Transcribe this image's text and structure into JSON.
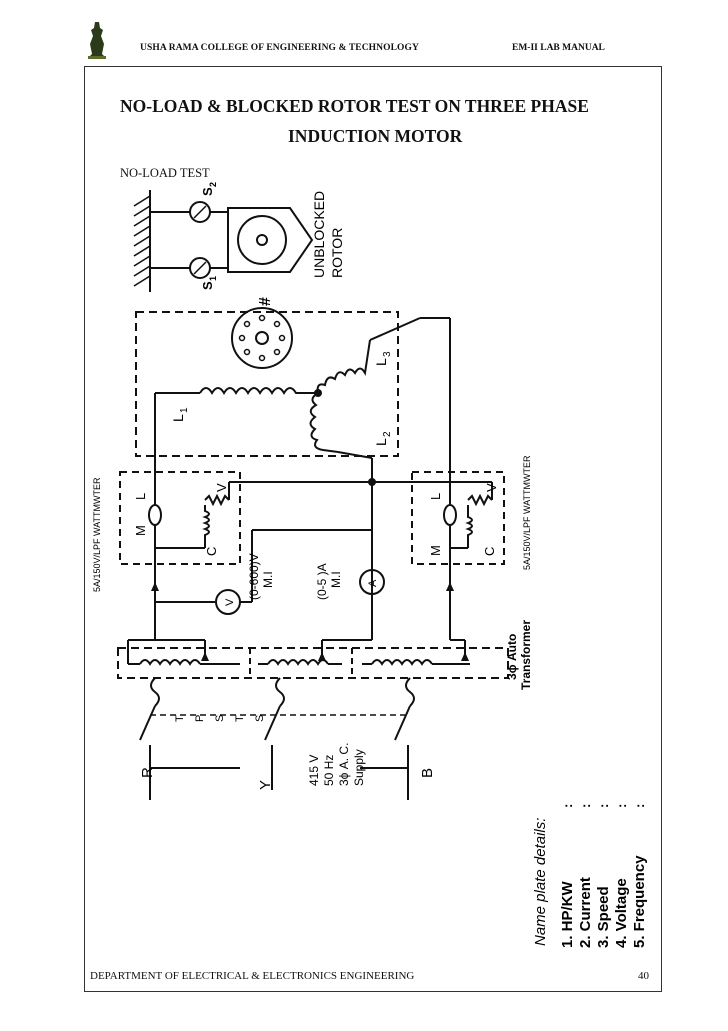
{
  "header": {
    "college": "USHA RAMA COLLEGE OF ENGINEERING & TECHNOLOGY",
    "manual": "EM-II LAB MANUAL"
  },
  "title": {
    "line1": "NO-LOAD & BLOCKED ROTOR TEST ON THREE PHASE",
    "line2": "INDUCTION MOTOR"
  },
  "section": "NO-LOAD TEST",
  "diagram": {
    "rotor_line1": "UNBLOCKED",
    "rotor_line2": "ROTOR",
    "s1": "S",
    "s1_sub": "1",
    "s2": "S",
    "s2_sub": "2",
    "hash": "#",
    "l1": "L",
    "l1_sub": "1",
    "l2": "L",
    "l2_sub": "2",
    "l3": "L",
    "l3_sub": "3",
    "wattmeter_left": "5A/150V/LPF WATTMWTER",
    "wattmeter_right": "5A/150V/LPF WATTMWTER",
    "m": "M",
    "l": "L",
    "c": "C",
    "v": "V",
    "voltmeter_symbol": "V",
    "voltmeter_range": "(0-600)V",
    "voltmeter_type": "M.I",
    "ammeter_symbol": "A",
    "ammeter_range": "(0-5 )A",
    "ammeter_type": "M.I",
    "autotransformer_line1": "3ϕ Auto",
    "autotransformer_line2": "Transformer",
    "tpst": [
      "T",
      "P",
      "S",
      "T",
      "S"
    ],
    "r": "R",
    "y": "Y",
    "b": "B",
    "supply": [
      "415 V",
      "50 Hz",
      "3ϕ A. C.",
      "Supply"
    ]
  },
  "nameplate": {
    "heading": "Name plate details:",
    "items": [
      "1.  HP/KW",
      "2.  Current",
      "3.  Speed",
      "4.  Voltage",
      "5.  Frequency"
    ],
    "colon": ":"
  },
  "footer": {
    "department": "DEPARTMENT OF ELECTRICAL & ELECTRONICS ENGINEERING",
    "page": "40"
  }
}
